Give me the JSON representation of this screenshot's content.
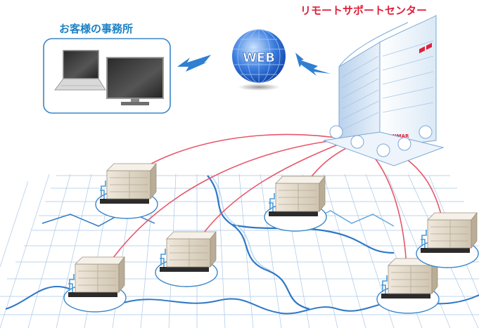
{
  "office_label": "お客様の事務所",
  "center_label": "リモートサポートセンター",
  "web_label": "WEB",
  "building_brand": "YANMAR",
  "colors": {
    "office_label": "#1b82c6",
    "center_label": "#e0203a",
    "connection_line": "#e8566a",
    "river": "#2f78c4",
    "grid": "#a9c7e6"
  }
}
